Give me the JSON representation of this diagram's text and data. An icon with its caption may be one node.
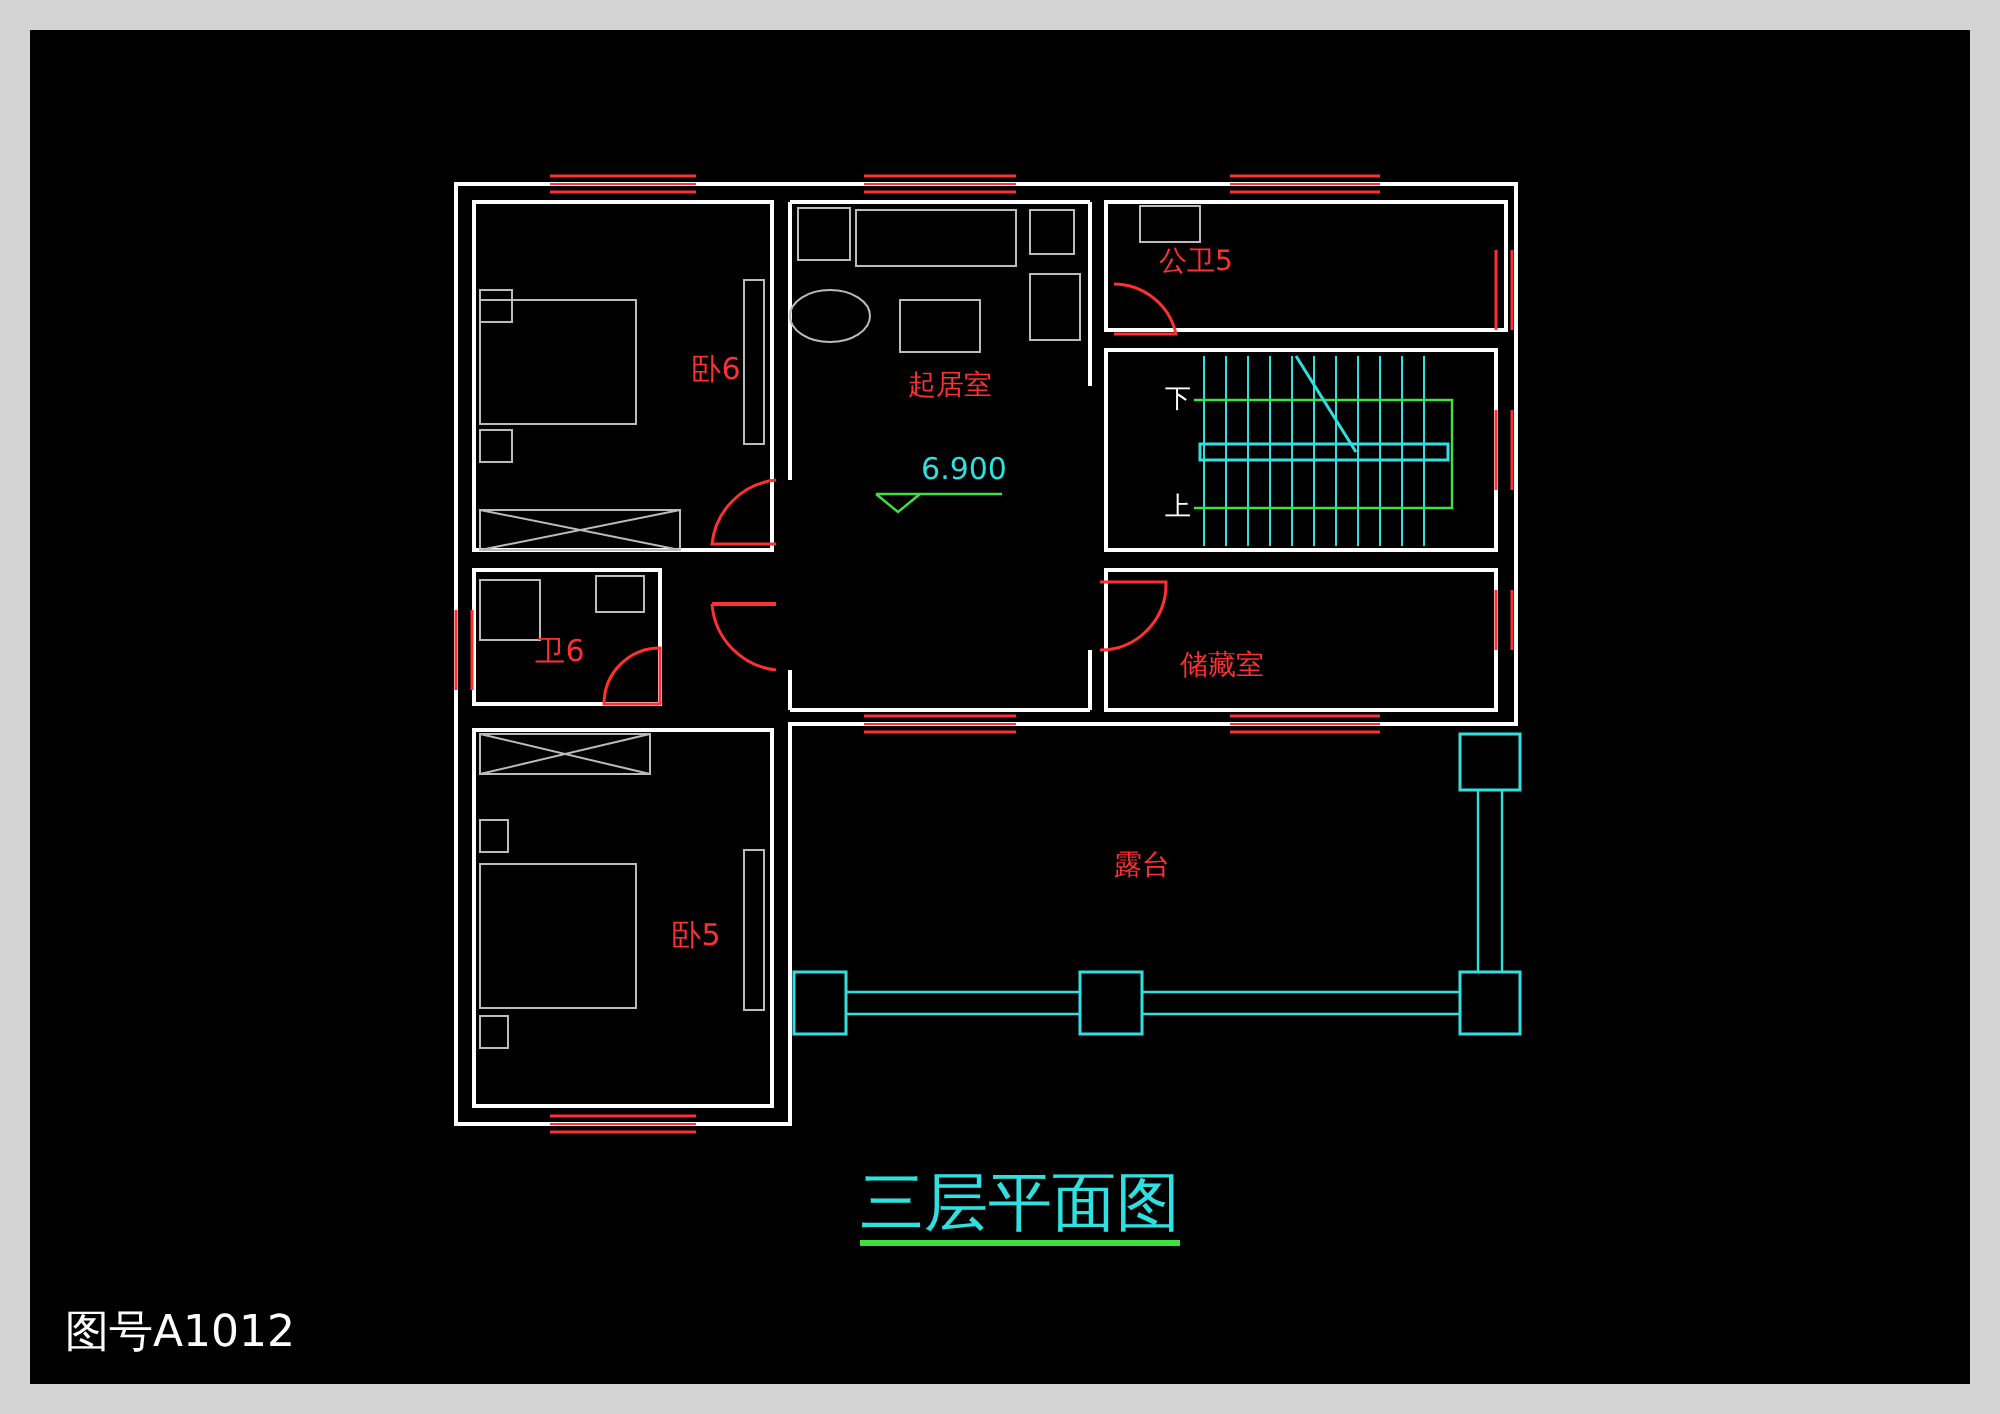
{
  "diagram": {
    "title": "三层平面图",
    "labels": [
      "卧6",
      "起居室",
      "公卫5",
      "下",
      "6.900",
      "上",
      "卫6",
      "储藏室",
      "卧5",
      "露台",
      "图号A1012"
    ]
  }
}
